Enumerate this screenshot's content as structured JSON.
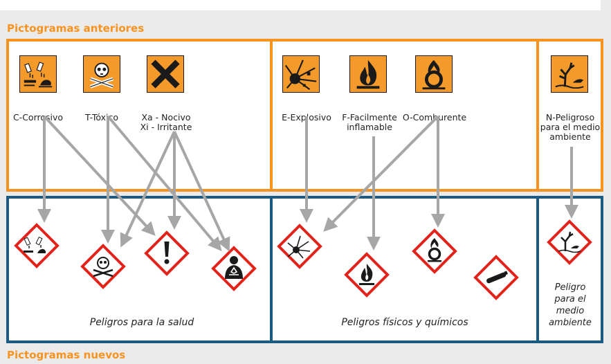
{
  "titles": {
    "old": "Pictogramas anteriores",
    "new": "Pictogramas nuevos"
  },
  "old_pictograms": [
    {
      "icon": "corrosive-icon",
      "label": "C-Corrosivo"
    },
    {
      "icon": "toxic-skull-icon",
      "label": "T-Tóxico"
    },
    {
      "icon": "harmful-cross-icon",
      "label": "Xa - Nocivo\nXi - Irritante"
    },
    {
      "icon": "explosive-icon",
      "label": "E-Explosivo"
    },
    {
      "icon": "flammable-icon",
      "label": "F-Facilmente\ninflamable"
    },
    {
      "icon": "oxidizing-icon",
      "label": "O-Comburente"
    },
    {
      "icon": "environment-icon",
      "label": "N-Peligroso\npara el medio\nambiente"
    }
  ],
  "new_pictograms": [
    {
      "icon": "ghs-corrosion-icon"
    },
    {
      "icon": "ghs-skull-icon"
    },
    {
      "icon": "ghs-exclamation-icon"
    },
    {
      "icon": "ghs-health-hazard-icon"
    },
    {
      "icon": "ghs-exploding-bomb-icon"
    },
    {
      "icon": "ghs-flame-icon"
    },
    {
      "icon": "ghs-flame-over-circle-icon"
    },
    {
      "icon": "ghs-gas-cylinder-icon"
    },
    {
      "icon": "ghs-environment-icon"
    }
  ],
  "new_groups": {
    "health": "Peligros para la salud",
    "physical": "Peligros físicos y químicos",
    "environment": "Peligro\npara el\nmedio\nambiente"
  },
  "colors": {
    "old_border": "#f7931e",
    "new_border": "#1b5a82",
    "ghs_red": "#e2231a",
    "arrow": "#a6a6a6"
  }
}
